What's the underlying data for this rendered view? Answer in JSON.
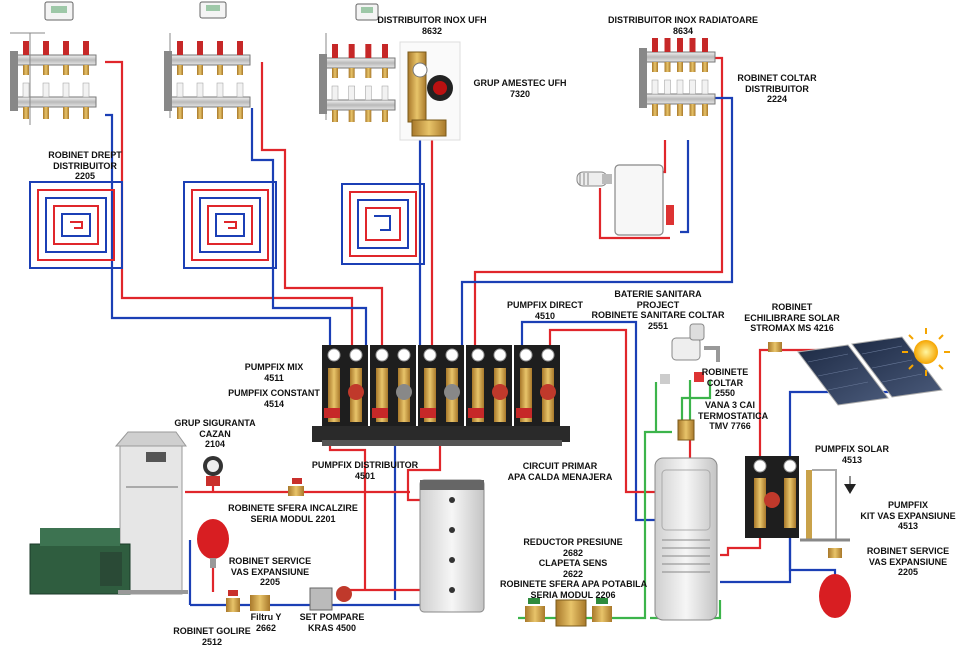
{
  "labels": {
    "distribuitor_inox_ufh": [
      "DISTRIBUITOR INOX UFH",
      "8632"
    ],
    "distribuitor_inox_radiatoare": [
      "DISTRIBUITOR INOX RADIATOARE",
      "8634"
    ],
    "grup_amestec_ufh": [
      "GRUP AMESTEC UFH",
      "7320"
    ],
    "robinet_coltar_distribuitor": [
      "ROBINET COLTAR",
      "DISTRIBUITOR",
      "2224"
    ],
    "robinet_drept_distribuitor": [
      "ROBINET DREPT",
      "DISTRIBUITOR",
      "2205"
    ],
    "pumpfix_direct": [
      "PUMPFIX DIRECT",
      "4510"
    ],
    "baterie_sanitara": [
      "BATERIE SANITARA",
      "PROJECT",
      "ROBINETE SANITARE COLTAR",
      "2551"
    ],
    "robinet_echilibrare_solar": [
      "ROBINET",
      "ECHILIBRARE SOLAR",
      "STROMAX MS 4216"
    ],
    "pumpfix_mix": [
      "PUMPFIX MIX",
      "4511"
    ],
    "pumpfix_constant": [
      "PUMPFIX CONSTANT",
      "4514"
    ],
    "robinete_coltar": [
      "ROBINETE",
      "COLTAR",
      "2550"
    ],
    "vana_3_cai": [
      "VANA 3 CAI",
      "TERMOSTATICA",
      "TMV 7766"
    ],
    "grup_siguranta_cazan": [
      "GRUP SIGURANTA",
      "CAZAN",
      "2104"
    ],
    "pumpfix_solar": [
      "PUMPFIX SOLAR",
      "4513"
    ],
    "pumpfix_distribuitor": [
      "PUMPFIX DISTRIBUITOR",
      "4501"
    ],
    "circuit_primar": [
      "CIRCUIT PRIMAR",
      "APA CALDA MENAJERA"
    ],
    "robinete_sfera_incalzire": [
      "ROBINETE SFERA INCALZIRE",
      "SERIA MODUL 2201"
    ],
    "pumpfix_kit_vas": [
      "PUMPFIX",
      "KIT VAS EXPANSIUNE",
      "4513"
    ],
    "reductor_presiune": [
      "REDUCTOR PRESIUNE",
      "2682",
      "CLAPETA SENS",
      "2622",
      "ROBINETE SFERA APA POTABILA",
      "SERIA MODUL 2206"
    ],
    "robinet_service_vas_left": [
      "ROBINET SERVICE",
      "VAS EXPANSIUNE",
      "2205"
    ],
    "robinet_service_vas_right": [
      "ROBINET SERVICE",
      "VAS EXPANSIUNE",
      "2205"
    ],
    "filtru_y": [
      "Filtru Y",
      "2662"
    ],
    "set_pompare": [
      "SET POMPARE",
      "KRAS 4500"
    ],
    "robinet_golire": [
      "ROBINET GOLIRE",
      "2512"
    ]
  },
  "colors": {
    "hot_pipe": "#e0262b",
    "cold_pipe": "#1b3fb5",
    "solar_pipe": "#3cb44b",
    "manifold_dark": "#2a2a2a",
    "brass": "#c99a3d",
    "boiler": "#dcdcdc"
  }
}
